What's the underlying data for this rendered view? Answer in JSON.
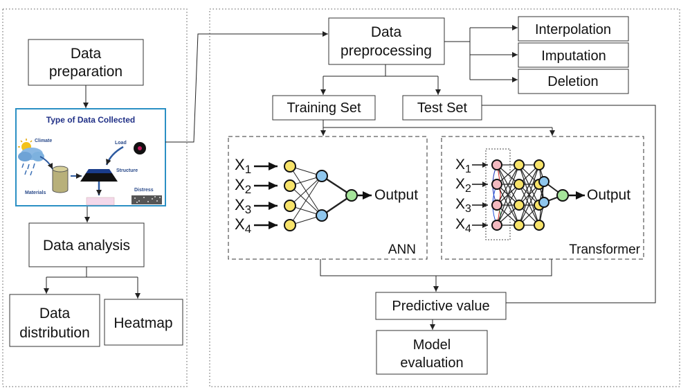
{
  "left_panel": {
    "data_preparation": [
      "Data",
      "preparation"
    ],
    "image_title": "Type of Data Collected",
    "image_labels": {
      "climate": "Climate",
      "load": "Load",
      "materials": "Materials",
      "structure": "Structure",
      "distress": "Distress"
    },
    "data_analysis": "Data analysis",
    "data_distribution": [
      "Data",
      "distribution"
    ],
    "heatmap": "Heatmap"
  },
  "right_panel": {
    "data_preprocessing": [
      "Data",
      "preprocessing"
    ],
    "interpolation": "Interpolation",
    "imputation": "Imputation",
    "deletion": "Deletion",
    "training_set": "Training Set",
    "test_set": "Test Set",
    "ann": {
      "inputs": [
        {
          "base": "X",
          "sub": "1"
        },
        {
          "base": "X",
          "sub": "2"
        },
        {
          "base": "X",
          "sub": "3"
        },
        {
          "base": "X",
          "sub": "4"
        }
      ],
      "output": "Output",
      "label": "ANN"
    },
    "transformer": {
      "inputs": [
        {
          "base": "X",
          "sub": "1"
        },
        {
          "base": "X",
          "sub": "2"
        },
        {
          "base": "X",
          "sub": "3"
        },
        {
          "base": "X",
          "sub": "4"
        }
      ],
      "output": "Output",
      "label": "Transformer"
    },
    "predictive_value": "Predictive value",
    "model_evaluation": [
      "Model",
      "evaluation"
    ]
  },
  "colors": {
    "node_yellow": "#f7e36a",
    "node_blue": "#8fc7ee",
    "node_green": "#a5e49a",
    "node_pink": "#f3b9c0",
    "image_border": "#2a8fc4",
    "image_title": "#1f2f86"
  }
}
